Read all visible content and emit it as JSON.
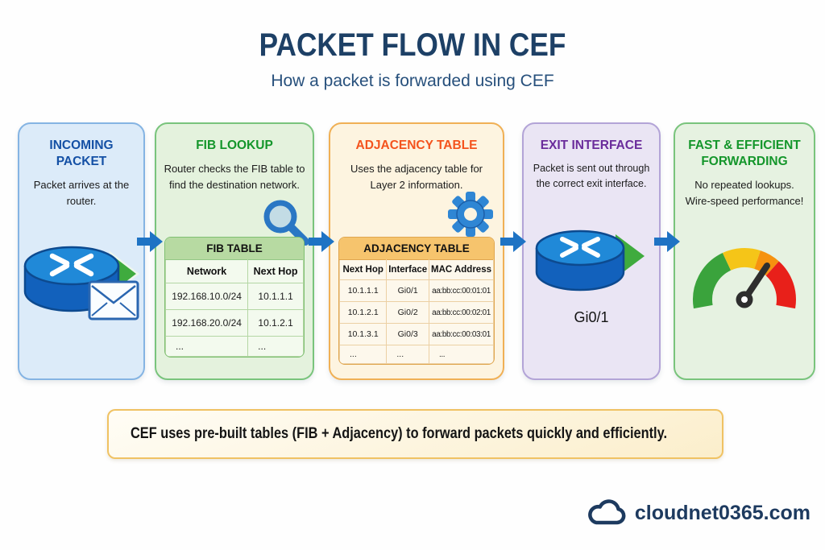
{
  "header": {
    "title": "PACKET FLOW IN CEF",
    "subtitle": "How a packet is forwarded using CEF"
  },
  "panels": [
    {
      "id": "incoming-packet",
      "title": "INCOMING PACKET",
      "accent": "#1450a5",
      "description": "Packet arrives at the router.",
      "icons": [
        "router-icon",
        "packet-arrow-icon",
        "envelope-icon"
      ]
    },
    {
      "id": "fib-lookup",
      "title": "FIB LOOKUP",
      "accent": "#14962b",
      "description": "Router checks the FIB table to find the destination network.",
      "icons": [
        "search-icon"
      ],
      "table": {
        "title": "FIB TABLE",
        "columns": [
          "Network",
          "Next Hop"
        ],
        "rows": [
          [
            "192.168.10.0/24",
            "10.1.1.1"
          ],
          [
            "192.168.20.0/24",
            "10.1.2.1"
          ],
          [
            "...",
            "..."
          ]
        ]
      }
    },
    {
      "id": "adjacency-table",
      "title": "ADJACENCY TABLE",
      "accent": "#f4531d",
      "description": "Uses the adjacency table for Layer 2 information.",
      "icons": [
        "gear-icon"
      ],
      "table": {
        "title": "ADJACENCY TABLE",
        "columns": [
          "Next Hop",
          "Interface",
          "MAC Address"
        ],
        "rows": [
          [
            "10.1.1.1",
            "Gi0/1",
            "aa:bb:cc:00:01:01"
          ],
          [
            "10.1.2.1",
            "Gi0/2",
            "aa:bb:cc:00:02:01"
          ],
          [
            "10.1.3.1",
            "Gi0/3",
            "aa:bb:cc:00:03:01"
          ],
          [
            "...",
            "...",
            "..."
          ]
        ]
      }
    },
    {
      "id": "exit-interface",
      "title": "EXIT INTERFACE",
      "accent": "#6a2c9b",
      "description": "Packet is sent out through the correct exit interface.",
      "interface_label": "Gi0/1",
      "icons": [
        "router-icon",
        "packet-arrow-icon"
      ]
    },
    {
      "id": "fast-efficient-forwarding",
      "title": "FAST & EFFICIENT FORWARDING",
      "accent": "#14962b",
      "description": "No repeated lookups. Wire-speed performance!",
      "icons": [
        "speedometer-icon"
      ]
    }
  ],
  "note": {
    "icon": "lightbulb-icon",
    "text": "CEF uses pre-built tables (FIB + Adjacency) to forward packets quickly and efficiently."
  },
  "footer": {
    "icon": "cloud-icon",
    "brand": "cloudnet0365.com"
  },
  "colors": {
    "title_navy": "#1d4066",
    "flow_arrow_blue": "#1e73c4",
    "router_blue": "#1261bc",
    "packet_arrow_green": "#3fab3e",
    "gauge_segments": [
      "#3aa33c",
      "#f5c518",
      "#f6920f",
      "#e8201a"
    ]
  }
}
